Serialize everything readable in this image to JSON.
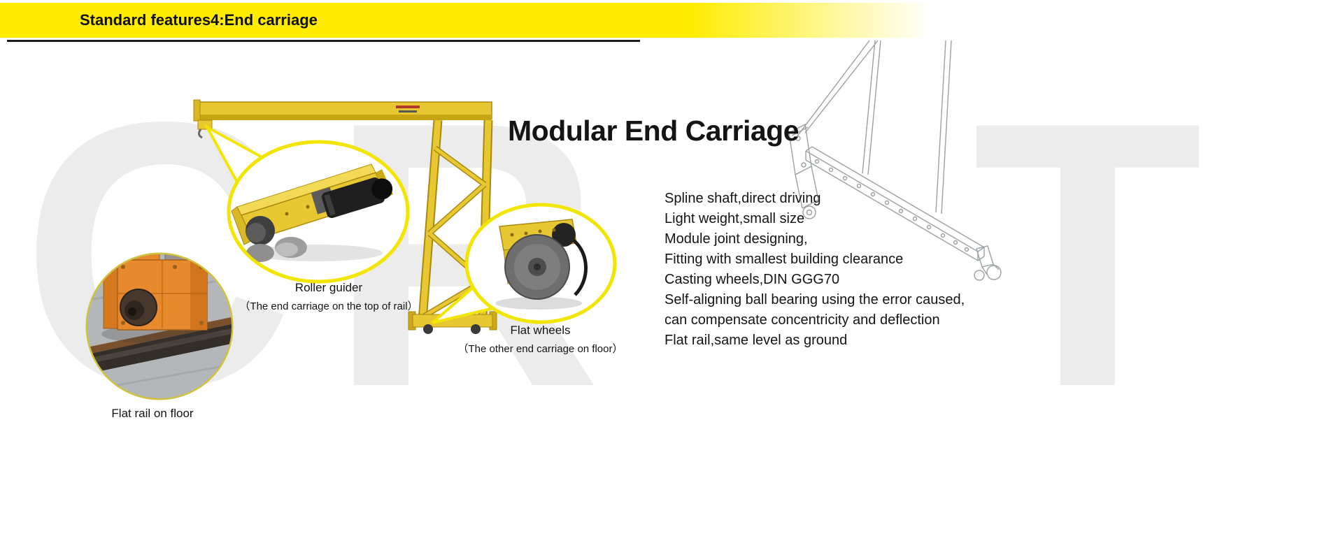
{
  "header": {
    "title": "Standard features4:End carriage",
    "bar_color": "#ffec00"
  },
  "watermark": {
    "letters": [
      "C",
      "R",
      "T"
    ],
    "color": "#ececec"
  },
  "hero": {
    "title": "Modular End Carriage",
    "features": [
      "Spline shaft,direct driving",
      "Light weight,small size",
      "Module joint designing,",
      "Fitting with smallest building clearance",
      "Casting wheels,DIN GGG70",
      "Self-aligning ball bearing using the error caused,",
      "can compensate concentricity and deflection",
      "Flat rail,same level as ground"
    ]
  },
  "callouts": {
    "roller_guider": {
      "label": "Roller guider",
      "caption": "（The end carriage on the top of rail）"
    },
    "flat_wheels": {
      "label": "Flat wheels",
      "caption": "（The other end carriage on floor）"
    },
    "flat_rail": {
      "caption": "Flat rail on floor"
    }
  },
  "colors": {
    "crane_yellow": "#e8c832",
    "crane_yellow_dark": "#a8890e",
    "callout_border": "#f2e600",
    "machine_orange": "#e78a2e",
    "drawing_gray": "#9aa0a4"
  }
}
